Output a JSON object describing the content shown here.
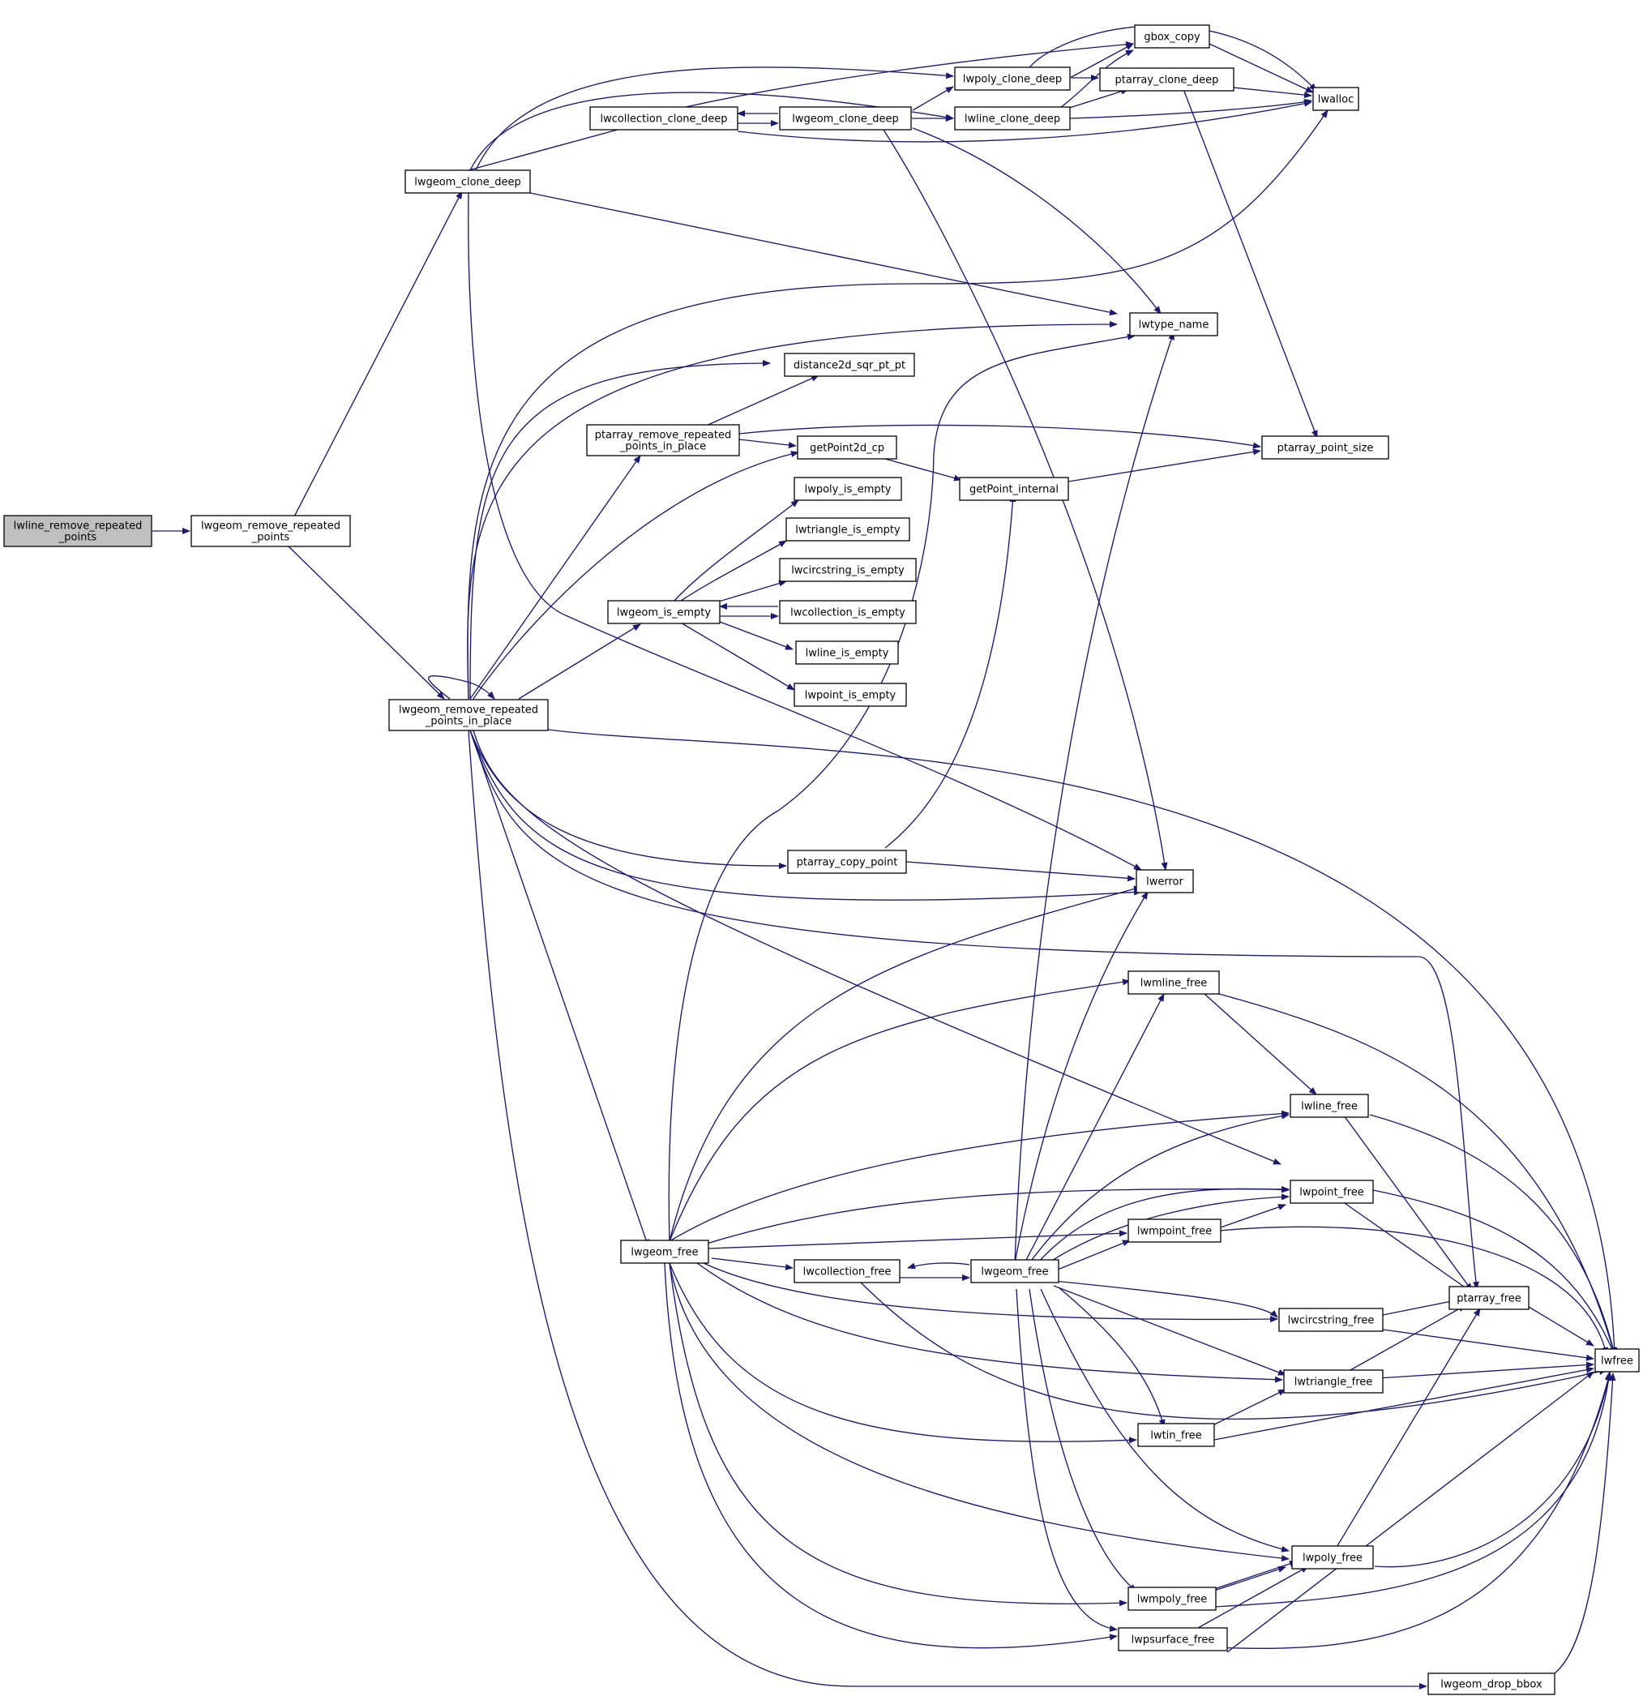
{
  "graph": {
    "root": "n_root",
    "nodes": {
      "n_root": [
        "lwline_remove_repeated",
        "_points"
      ],
      "n_rrp": [
        "lwgeom_remove_repeated",
        "_points"
      ],
      "n_rrpip": [
        "lwgeom_remove_repeated",
        "_points_in_place"
      ],
      "n_clone_deep": [
        "lwgeom_clone_deep"
      ],
      "n_coll_clone": [
        "lwcollection_clone_deep"
      ],
      "n_geom_clone": [
        "lwgeom_clone_deep"
      ],
      "n_poly_clone": [
        "lwpoly_clone_deep"
      ],
      "n_line_clone": [
        "lwline_clone_deep"
      ],
      "n_gbox_copy": [
        "gbox_copy"
      ],
      "n_pa_clone": [
        "ptarray_clone_deep"
      ],
      "n_lwalloc": [
        "lwalloc"
      ],
      "n_lwtype_name": [
        "lwtype_name"
      ],
      "n_dist2d": [
        "distance2d_sqr_pt_pt"
      ],
      "n_pa_rrpip": [
        "ptarray_remove_repeated",
        "_points_in_place"
      ],
      "n_getpoint2d": [
        "getPoint2d_cp"
      ],
      "n_getpoint_internal": [
        "getPoint_internal"
      ],
      "n_pa_point_size": [
        "ptarray_point_size"
      ],
      "n_poly_empty": [
        "lwpoly_is_empty"
      ],
      "n_tri_empty": [
        "lwtriangle_is_empty"
      ],
      "n_circ_empty": [
        "lwcircstring_is_empty"
      ],
      "n_geom_empty": [
        "lwgeom_is_empty"
      ],
      "n_coll_empty": [
        "lwcollection_is_empty"
      ],
      "n_line_empty": [
        "lwline_is_empty"
      ],
      "n_point_empty": [
        "lwpoint_is_empty"
      ],
      "n_pa_copy_point": [
        "ptarray_copy_point"
      ],
      "n_lwerror": [
        "lwerror"
      ],
      "n_mline_free": [
        "lwmline_free"
      ],
      "n_line_free": [
        "lwline_free"
      ],
      "n_point_free": [
        "lwpoint_free"
      ],
      "n_mpoint_free": [
        "lwmpoint_free"
      ],
      "n_geom_free_a": [
        "lwgeom_free"
      ],
      "n_coll_free": [
        "lwcollection_free"
      ],
      "n_geom_free_b": [
        "lwgeom_free"
      ],
      "n_circ_free": [
        "lwcircstring_free"
      ],
      "n_pa_free": [
        "ptarray_free"
      ],
      "n_lwfree": [
        "lwfree"
      ],
      "n_tri_free": [
        "lwtriangle_free"
      ],
      "n_tin_free": [
        "lwtin_free"
      ],
      "n_poly_free": [
        "lwpoly_free"
      ],
      "n_mpoly_free": [
        "lwmpoly_free"
      ],
      "n_psurf_free": [
        "lwpsurface_free"
      ],
      "n_drop_bbox": [
        "lwgeom_drop_bbox"
      ]
    }
  }
}
